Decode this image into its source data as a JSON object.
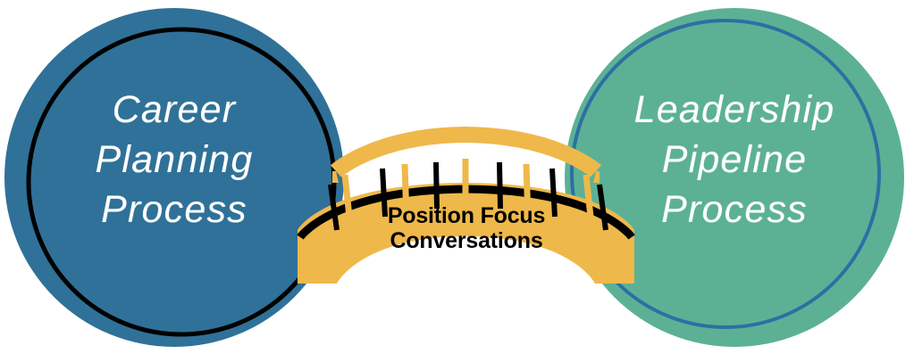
{
  "diagram": {
    "title_visible": false,
    "left_node": {
      "label": "Career\nPlanning\nProcess",
      "fill_color": "#2F7198",
      "ring_color": "#000000",
      "text_color": "#FFFFFF",
      "shape": "circle"
    },
    "right_node": {
      "label": "Leadership\nPipeline\nProcess",
      "fill_color": "#5CB195",
      "ring_color": "#2E6FA3",
      "text_color": "#FFFFFF",
      "shape": "circle"
    },
    "connector": {
      "label": "Position Focus\nConversations",
      "deck_color": "#EFB84A",
      "rail_color": "#EFB84A",
      "accent_color": "#000000",
      "text_color": "#000000",
      "shape": "bridge"
    },
    "background_color": "#FFFFFF"
  }
}
